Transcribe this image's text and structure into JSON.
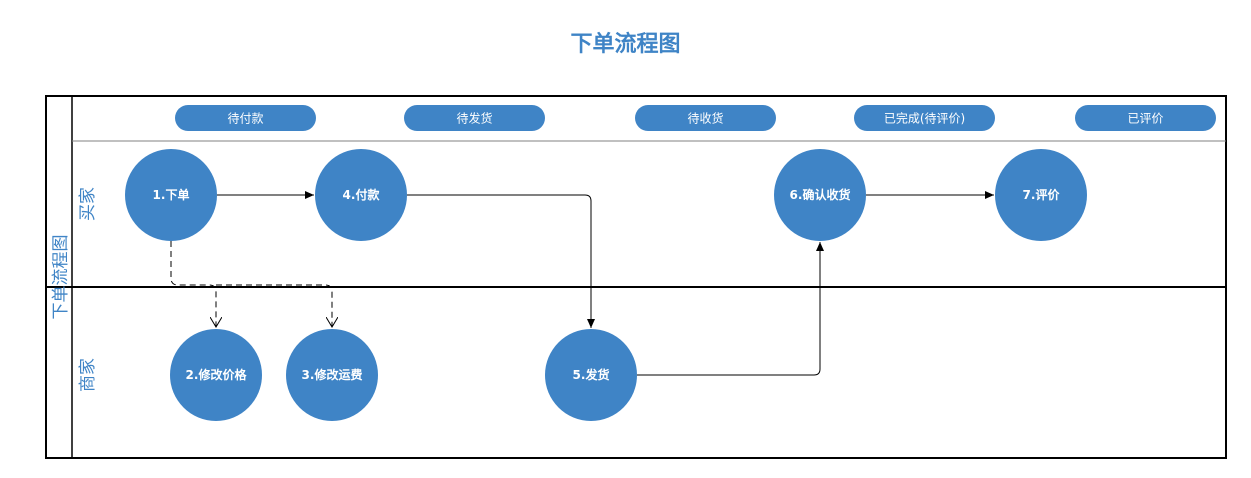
{
  "title": "下单流程图",
  "pool_label": "下单流程图",
  "lanes": {
    "buyer": "买家",
    "seller": "商家"
  },
  "states": [
    {
      "label": "待付款"
    },
    {
      "label": "待发货"
    },
    {
      "label": "待收货"
    },
    {
      "label": "已完成(待评价)"
    },
    {
      "label": "已评价"
    }
  ],
  "nodes": [
    {
      "id": "n1",
      "label": "1.下单",
      "lane": "buyer"
    },
    {
      "id": "n4",
      "label": "4.付款",
      "lane": "buyer"
    },
    {
      "id": "n6",
      "label": "6.确认收货",
      "lane": "buyer"
    },
    {
      "id": "n7",
      "label": "7.评价",
      "lane": "buyer"
    },
    {
      "id": "n2",
      "label": "2.修改价格",
      "lane": "seller"
    },
    {
      "id": "n3",
      "label": "3.修改运费",
      "lane": "seller"
    },
    {
      "id": "n5",
      "label": "5.发货",
      "lane": "seller"
    }
  ],
  "edges": [
    {
      "from": "n1",
      "to": "n4",
      "style": "solid"
    },
    {
      "from": "n4",
      "to": "n5",
      "style": "solid"
    },
    {
      "from": "n5",
      "to": "n6",
      "style": "solid"
    },
    {
      "from": "n6",
      "to": "n7",
      "style": "solid"
    },
    {
      "from": "n1",
      "to": "n2",
      "style": "dashed"
    },
    {
      "from": "n1",
      "to": "n3",
      "style": "dashed"
    }
  ],
  "colors": {
    "node_fill": "#3f84c6",
    "node_text": "#ffffff",
    "lane_text": "#3f84c6",
    "border": "#000000",
    "divider": "#808080"
  }
}
